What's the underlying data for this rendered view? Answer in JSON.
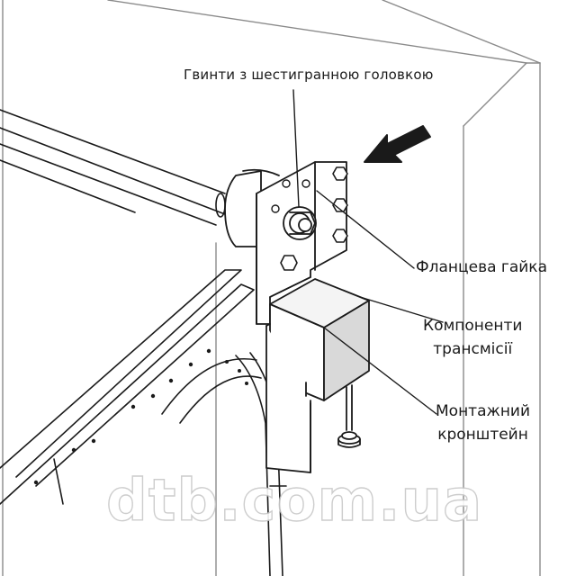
{
  "labels": {
    "hex_bolts": "Гвинти з шестигранною головкою",
    "flange_nut": "Фланцева гайка",
    "transmission": [
      "Компоненти",
      "трансмісії"
    ],
    "mounting_bracket": [
      "Монтажний",
      "кронштейн"
    ]
  },
  "watermark": "dtb.com.ua",
  "colors": {
    "line": "#1a1a1a",
    "grey_line": "#8a8a8a",
    "housing_fill": "#f4f4f4",
    "shadow_fill": "#d9d9d9"
  }
}
